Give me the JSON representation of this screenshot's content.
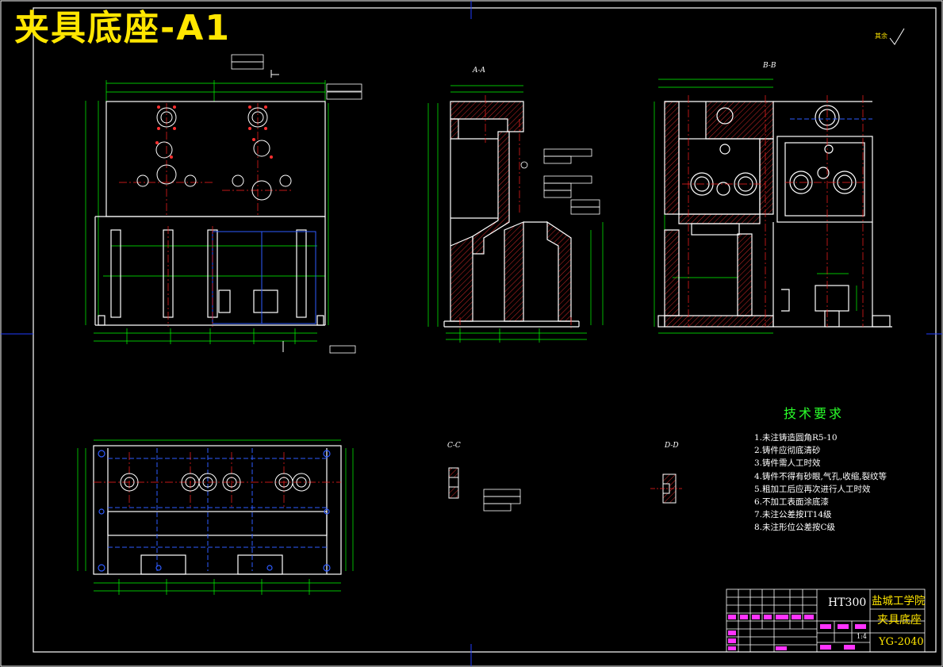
{
  "header": {
    "title": "夹具底座-A1"
  },
  "views": {
    "aa_label": "A-A",
    "bb_label": "B-B",
    "cc_label": "C-C",
    "dd_label": "D-D",
    "roughness_note": "其余"
  },
  "technical_requirements": {
    "title": "技术要求",
    "items": [
      "1.未注铸造圆角R5-10",
      "2.铸件应彻底清砂",
      "3.铸件需人工时效",
      "4.铸件不得有砂眼,气孔,收缩,裂纹等",
      "5.粗加工后应再次进行人工时效",
      "6.不加工表面涂底漆",
      "7.未注公差按IT14级",
      "8.未注形位公差按C级"
    ]
  },
  "title_block": {
    "material": "HT300",
    "school": "盐城工学院",
    "part_name": "夹具底座",
    "drawing_no": "YG-2040",
    "scale": "1:4"
  },
  "colors": {
    "background": "#000000",
    "outline": "#ffffff",
    "dimension": "#00ff00",
    "centerline": "#ff2020",
    "hatch": "#ff3030",
    "hidden": "#2e5bff",
    "heading": "#ffe600",
    "tolerance_box": "#ffffff",
    "title_block_text": "#ff33ff"
  }
}
